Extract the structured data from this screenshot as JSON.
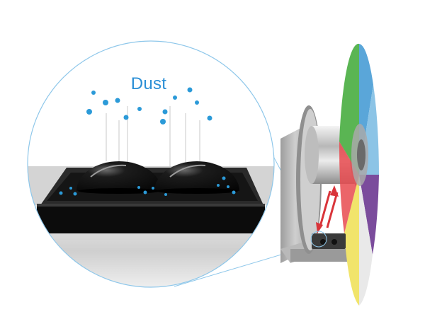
{
  "labels": {
    "dust": "Dust"
  },
  "icons": [
    "magnifier-circle",
    "color-wheel",
    "lens-sensor",
    "dust-particles",
    "light-beam-arrows"
  ],
  "colors": {
    "accent": "#2b8fd6",
    "dust": "#2b9ad8",
    "circle_outline": "#8ec7ea",
    "wheel_red": "#e84a4f",
    "wheel_green": "#5ab553",
    "wheel_blue": "#5aa6d9",
    "wheel_purple": "#7b4c9c",
    "wheel_yellow": "#f1e46b",
    "wheel_white": "#e9e9e9",
    "beam_red": "#d9343a"
  }
}
